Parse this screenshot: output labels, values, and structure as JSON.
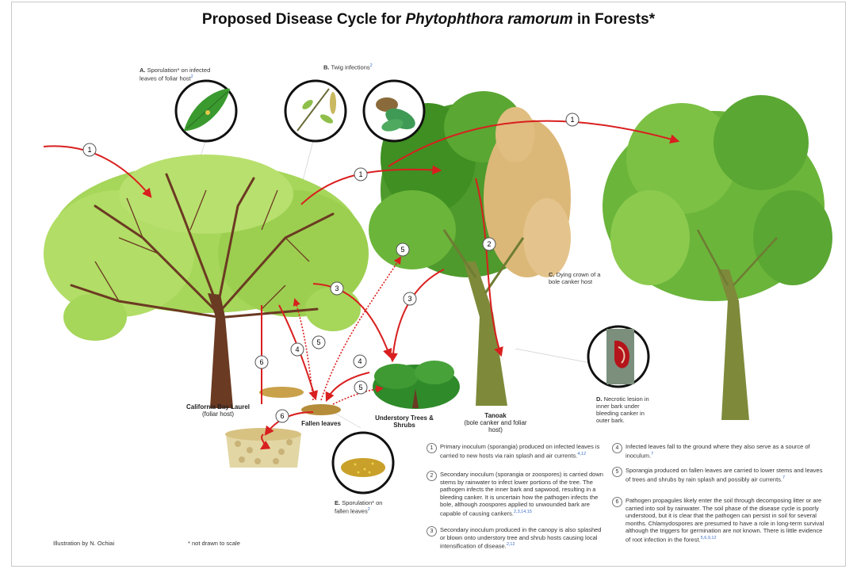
{
  "title": {
    "prefix": "Proposed Disease Cycle for ",
    "italic": "Phytophthora ramorum",
    "suffix": " in Forests*"
  },
  "callouts": {
    "a_letter": "A.",
    "a_text": "Sporulation* on infected leaves of foliar host",
    "a_ref": "2",
    "b_letter": "B.",
    "b_text": "Twig infections",
    "b_ref": "2",
    "c_letter": "C.",
    "c_text": "Dying crown of a bole canker host",
    "d_letter": "D.",
    "d_text": "Necrotic lesion in inner bark under bleeding canker in outer bark.",
    "e_letter": "E.",
    "e_text": "Sporulation* on fallen leaves",
    "e_ref": "2"
  },
  "hosts": {
    "laurel_name": "California Bay Laurel",
    "laurel_role": "(foliar host)",
    "tanoak_name": "Tanoak",
    "tanoak_role": "(bole canker and foliar host)",
    "understory_name": "Understory Trees & Shrubs",
    "fallen_leaves": "Fallen leaves"
  },
  "steps": [
    "1",
    "1",
    "1",
    "2",
    "3",
    "3",
    "4",
    "4",
    "5",
    "5",
    "5",
    "6",
    "6"
  ],
  "legend": [
    {
      "num": "1",
      "text": "Primary inoculum (sporangia) produced on infected leaves is carried to new hosts via rain splash and air currents.",
      "refs": "4,12"
    },
    {
      "num": "2",
      "text": "Secondary inoculum (sporangia or zoospores) is carried down stems by rainwater to infect lower portions of the tree. The pathogen infects the inner bark and sapwood, resulting in a bleeding canker. It is uncertain how the pathogen infects the bole, although zoospores applied to unwounded bark are capable of causing cankers.",
      "refs": "2,3,14,15"
    },
    {
      "num": "3",
      "text": "Secondary inoculum produced in the canopy is also splashed or blown onto understory tree and shrub hosts causing local intensification of disease.",
      "refs": "2,12"
    },
    {
      "num": "4",
      "text": "Infected leaves fall to the ground where they also serve as a source of inoculum.",
      "refs": "7"
    },
    {
      "num": "5",
      "text": "Sporangia produced on fallen leaves are carried to lower stems and leaves of trees and shrubs by rain splash and possibly air currents.",
      "refs": "7"
    },
    {
      "num": "6",
      "text": "Pathogen propagules likely enter the soil through decomposing litter or are carried into soil by rainwater. The soil phase of the disease cycle is poorly understood, but it is clear that the pathogen can persist in soil for several months. Chlamydospores are presumed to have a role in long-term survival although the triggers for germination are not known. There is little evidence of root infection in the forest.",
      "refs": "5,6,9,12"
    }
  ],
  "footer": {
    "credit": "Illustration by N. Ochiai",
    "note": "* not drawn to scale"
  },
  "colors": {
    "arrow": "#d91f1f",
    "light_foliage": "#a6d65a",
    "dark_foliage": "#3f8f22",
    "dying_foliage": "#dcb878",
    "trunk": "#6b3a22"
  }
}
